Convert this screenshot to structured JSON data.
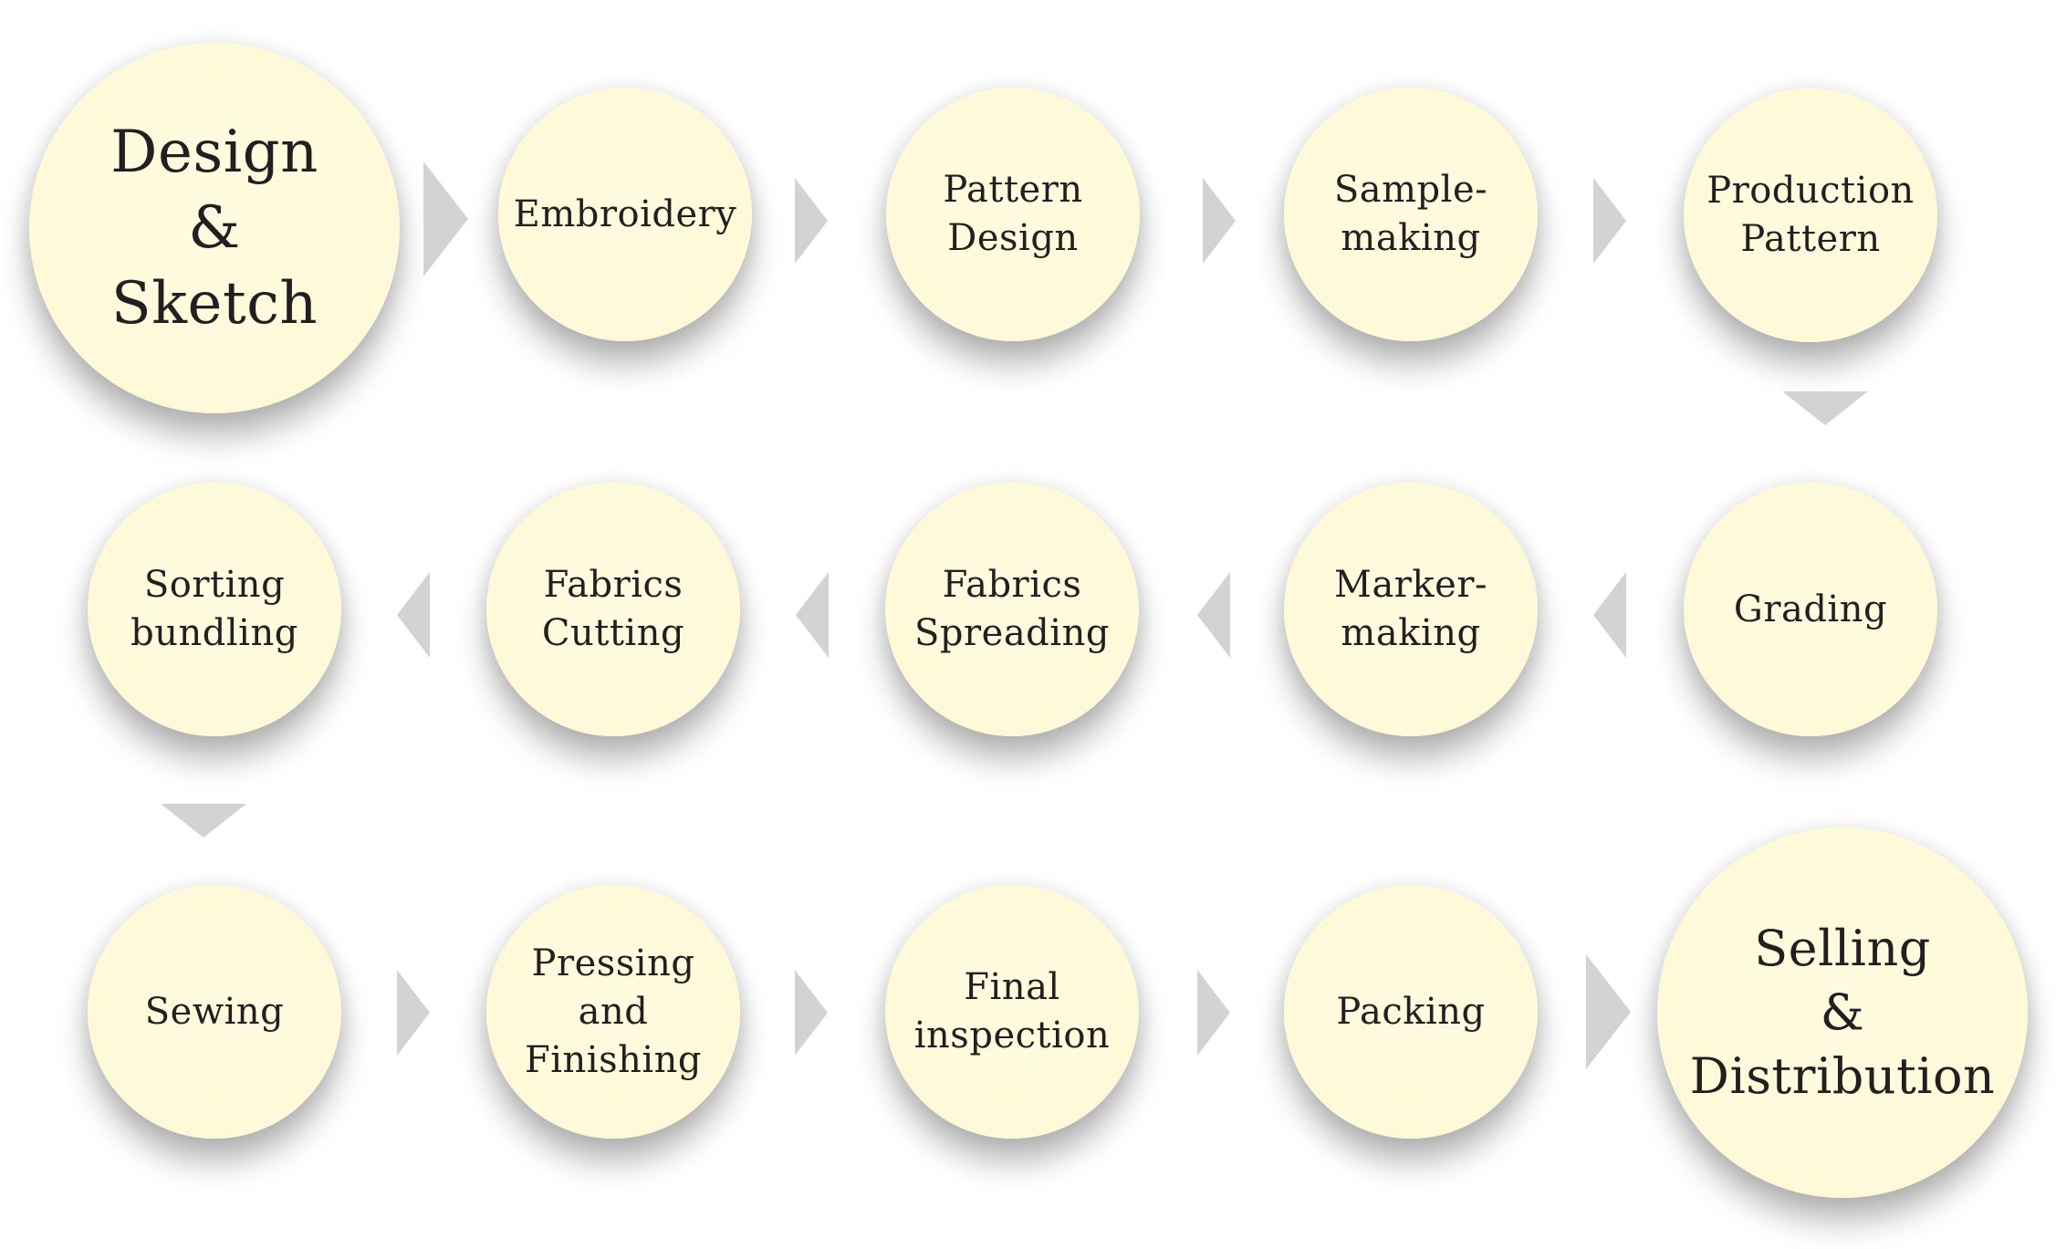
{
  "diagram": {
    "type": "process-flow",
    "title": "",
    "colors": {
      "node_fill": "#fef9d8",
      "arrow": "#d1d3d4",
      "text": "#231f20",
      "background": "#ffffff"
    },
    "nodes": [
      {
        "id": "design-sketch",
        "label": "Design\n&\nSketch"
      },
      {
        "id": "embroidery",
        "label": "Embroidery"
      },
      {
        "id": "pattern-design",
        "label": "Pattern\nDesign"
      },
      {
        "id": "sample-making",
        "label": "Sample-\nmaking"
      },
      {
        "id": "production-pattern",
        "label": "Production\nPattern"
      },
      {
        "id": "grading",
        "label": "Grading"
      },
      {
        "id": "marker-making",
        "label": "Marker-\nmaking"
      },
      {
        "id": "fabrics-spreading",
        "label": "Fabrics\nSpreading"
      },
      {
        "id": "fabrics-cutting",
        "label": "Fabrics\nCutting"
      },
      {
        "id": "sorting-bundling",
        "label": "Sorting\nbundling"
      },
      {
        "id": "sewing",
        "label": "Sewing"
      },
      {
        "id": "pressing-finishing",
        "label": "Pressing\nand\nFinishing"
      },
      {
        "id": "final-inspection",
        "label": "Final\ninspection"
      },
      {
        "id": "packing",
        "label": "Packing"
      },
      {
        "id": "selling-distribution",
        "label": "Selling\n&\nDistribution"
      }
    ],
    "edges": [
      {
        "from": "design-sketch",
        "to": "embroidery",
        "direction": "right"
      },
      {
        "from": "embroidery",
        "to": "pattern-design",
        "direction": "right"
      },
      {
        "from": "pattern-design",
        "to": "sample-making",
        "direction": "right"
      },
      {
        "from": "sample-making",
        "to": "production-pattern",
        "direction": "right"
      },
      {
        "from": "production-pattern",
        "to": "grading",
        "direction": "down"
      },
      {
        "from": "grading",
        "to": "marker-making",
        "direction": "left"
      },
      {
        "from": "marker-making",
        "to": "fabrics-spreading",
        "direction": "left"
      },
      {
        "from": "fabrics-spreading",
        "to": "fabrics-cutting",
        "direction": "left"
      },
      {
        "from": "fabrics-cutting",
        "to": "sorting-bundling",
        "direction": "left"
      },
      {
        "from": "sorting-bundling",
        "to": "sewing",
        "direction": "down"
      },
      {
        "from": "sewing",
        "to": "pressing-finishing",
        "direction": "right"
      },
      {
        "from": "pressing-finishing",
        "to": "final-inspection",
        "direction": "right"
      },
      {
        "from": "final-inspection",
        "to": "packing",
        "direction": "right"
      },
      {
        "from": "packing",
        "to": "selling-distribution",
        "direction": "right"
      }
    ]
  }
}
